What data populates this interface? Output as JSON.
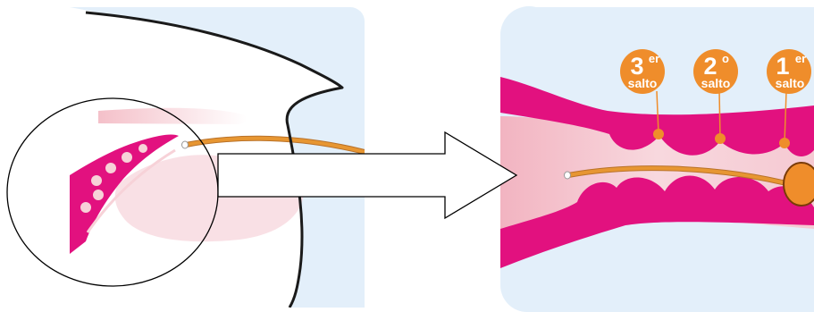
{
  "colors": {
    "panel_background": "#e3effa",
    "magenta": "#e2117f",
    "pale_pink": "#f7d2d8",
    "catheter_orange": "#e79632",
    "badge_orange": "#ef8d2b",
    "outline": "#1a1a1a"
  },
  "jumps": [
    {
      "number": "3",
      "suffix": "er",
      "word": "salto"
    },
    {
      "number": "2",
      "suffix": "o",
      "word": "salto"
    },
    {
      "number": "1",
      "suffix": "er",
      "word": "salto"
    }
  ]
}
